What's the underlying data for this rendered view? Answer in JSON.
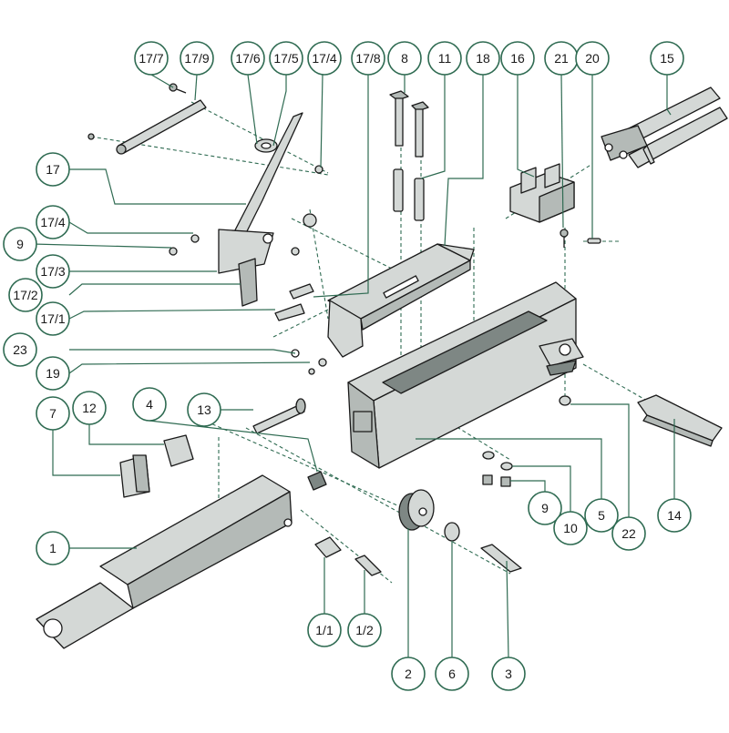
{
  "diagram": {
    "callouts": [
      {
        "id": "c-17-7",
        "label": "17/7"
      },
      {
        "id": "c-17-9",
        "label": "17/9"
      },
      {
        "id": "c-17-6",
        "label": "17/6"
      },
      {
        "id": "c-17-5",
        "label": "17/5"
      },
      {
        "id": "c-17-4-top",
        "label": "17/4"
      },
      {
        "id": "c-17-8",
        "label": "17/8"
      },
      {
        "id": "c-8",
        "label": "8"
      },
      {
        "id": "c-11",
        "label": "11"
      },
      {
        "id": "c-18",
        "label": "18"
      },
      {
        "id": "c-16",
        "label": "16"
      },
      {
        "id": "c-21",
        "label": "21"
      },
      {
        "id": "c-20",
        "label": "20"
      },
      {
        "id": "c-15",
        "label": "15"
      },
      {
        "id": "c-17",
        "label": "17"
      },
      {
        "id": "c-17-4-left",
        "label": "17/4"
      },
      {
        "id": "c-9-left",
        "label": "9"
      },
      {
        "id": "c-17-3",
        "label": "17/3"
      },
      {
        "id": "c-17-2",
        "label": "17/2"
      },
      {
        "id": "c-17-1",
        "label": "17/1"
      },
      {
        "id": "c-23",
        "label": "23"
      },
      {
        "id": "c-19",
        "label": "19"
      },
      {
        "id": "c-7",
        "label": "7"
      },
      {
        "id": "c-12",
        "label": "12"
      },
      {
        "id": "c-4",
        "label": "4"
      },
      {
        "id": "c-13",
        "label": "13"
      },
      {
        "id": "c-1",
        "label": "1"
      },
      {
        "id": "c-1-1",
        "label": "1/1"
      },
      {
        "id": "c-1-2",
        "label": "1/2"
      },
      {
        "id": "c-2",
        "label": "2"
      },
      {
        "id": "c-6",
        "label": "6"
      },
      {
        "id": "c-3",
        "label": "3"
      },
      {
        "id": "c-9-right",
        "label": "9"
      },
      {
        "id": "c-10",
        "label": "10"
      },
      {
        "id": "c-5",
        "label": "5"
      },
      {
        "id": "c-22",
        "label": "22"
      },
      {
        "id": "c-14",
        "label": "14"
      }
    ]
  },
  "colors": {
    "leader": "#2f6b52",
    "part_light": "#d4d8d6",
    "part_mid": "#b4bab7",
    "part_dark": "#7e8784",
    "outline": "#1a1a1a"
  }
}
